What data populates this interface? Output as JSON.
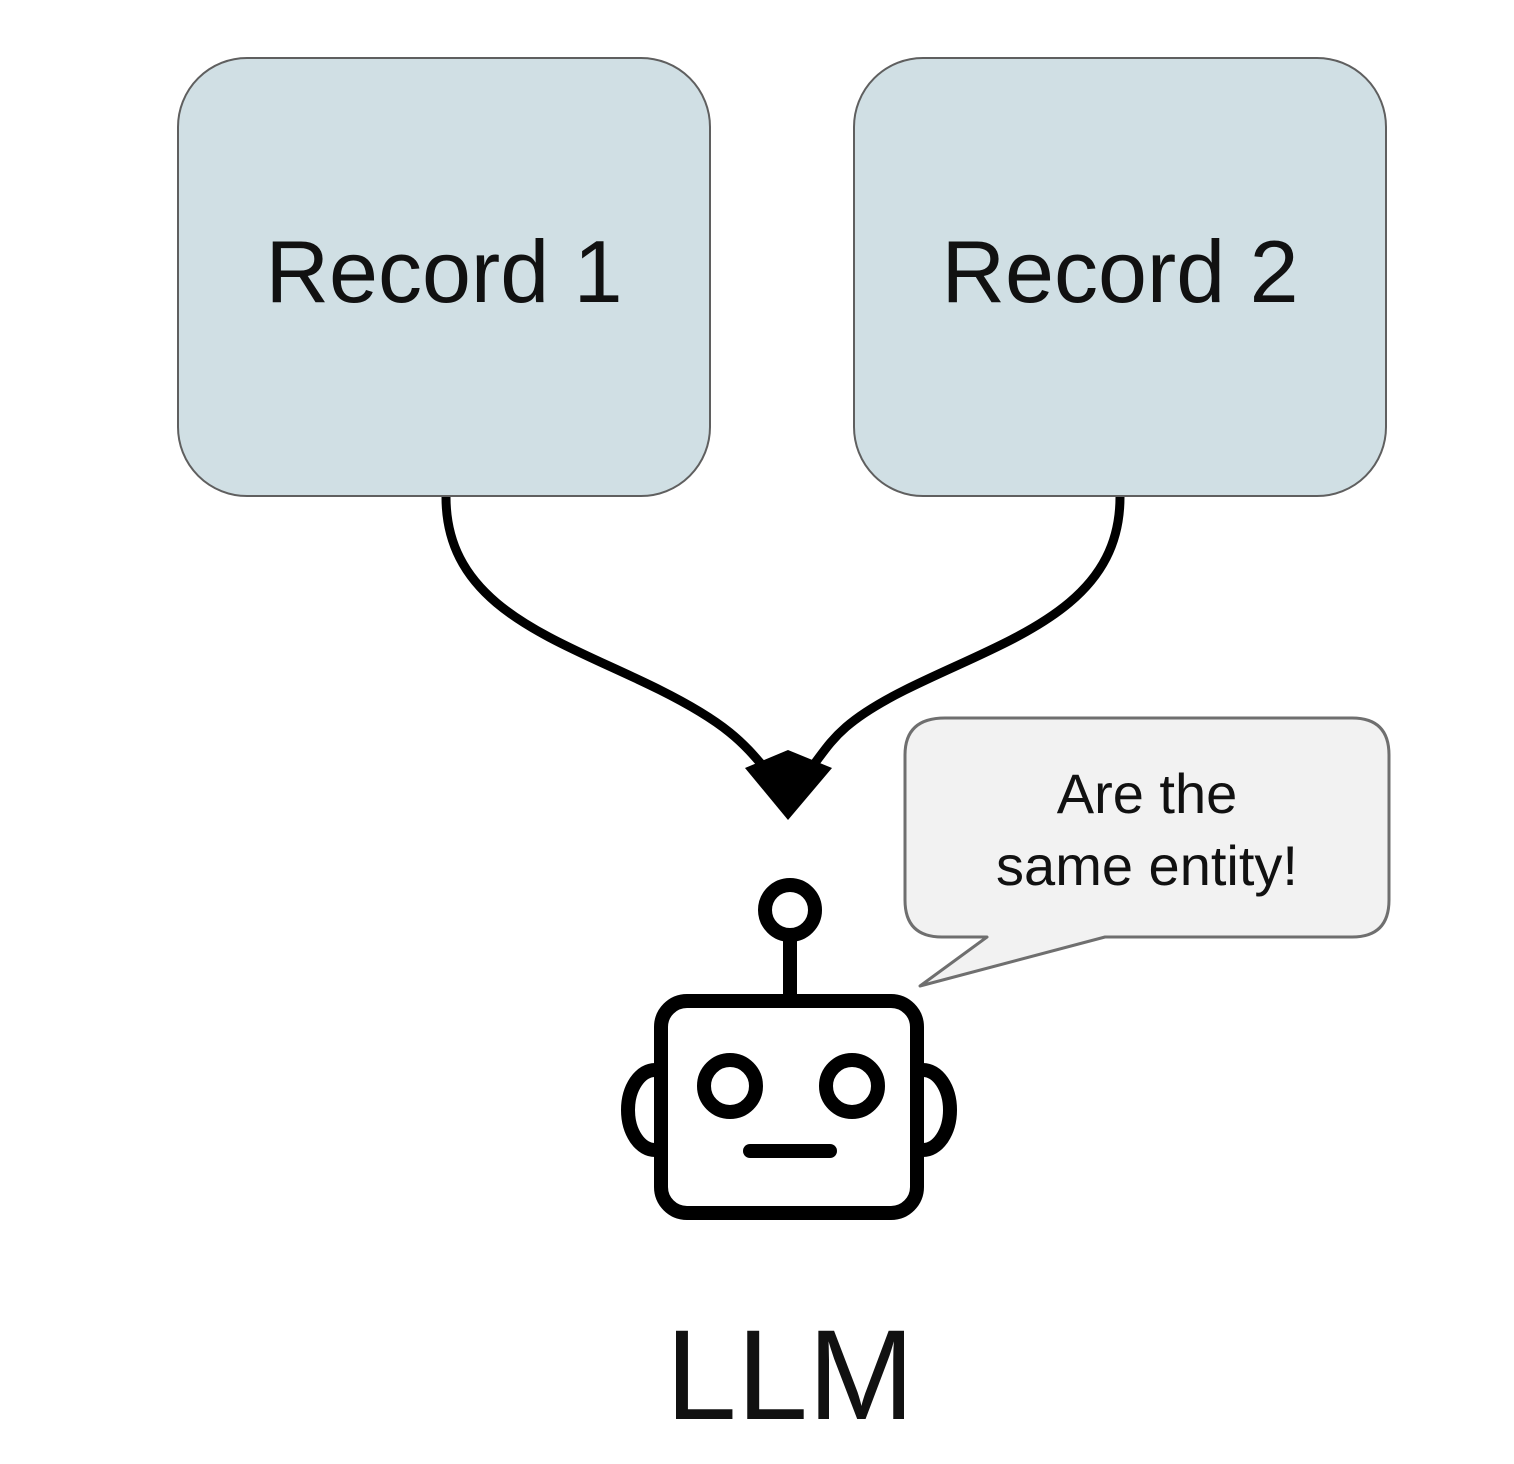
{
  "records": [
    {
      "label": "Record 1"
    },
    {
      "label": "Record 2"
    }
  ],
  "speech_bubble": {
    "line1": "Are the",
    "line2": "same entity!"
  },
  "agent": {
    "label": "LLM",
    "icon": "robot-icon"
  },
  "colors": {
    "record_fill": "#d0dfe4",
    "record_border": "#5f5f5f",
    "bubble_fill": "#f2f2f2",
    "bubble_border": "#6f6f6f",
    "ink": "#000000"
  }
}
